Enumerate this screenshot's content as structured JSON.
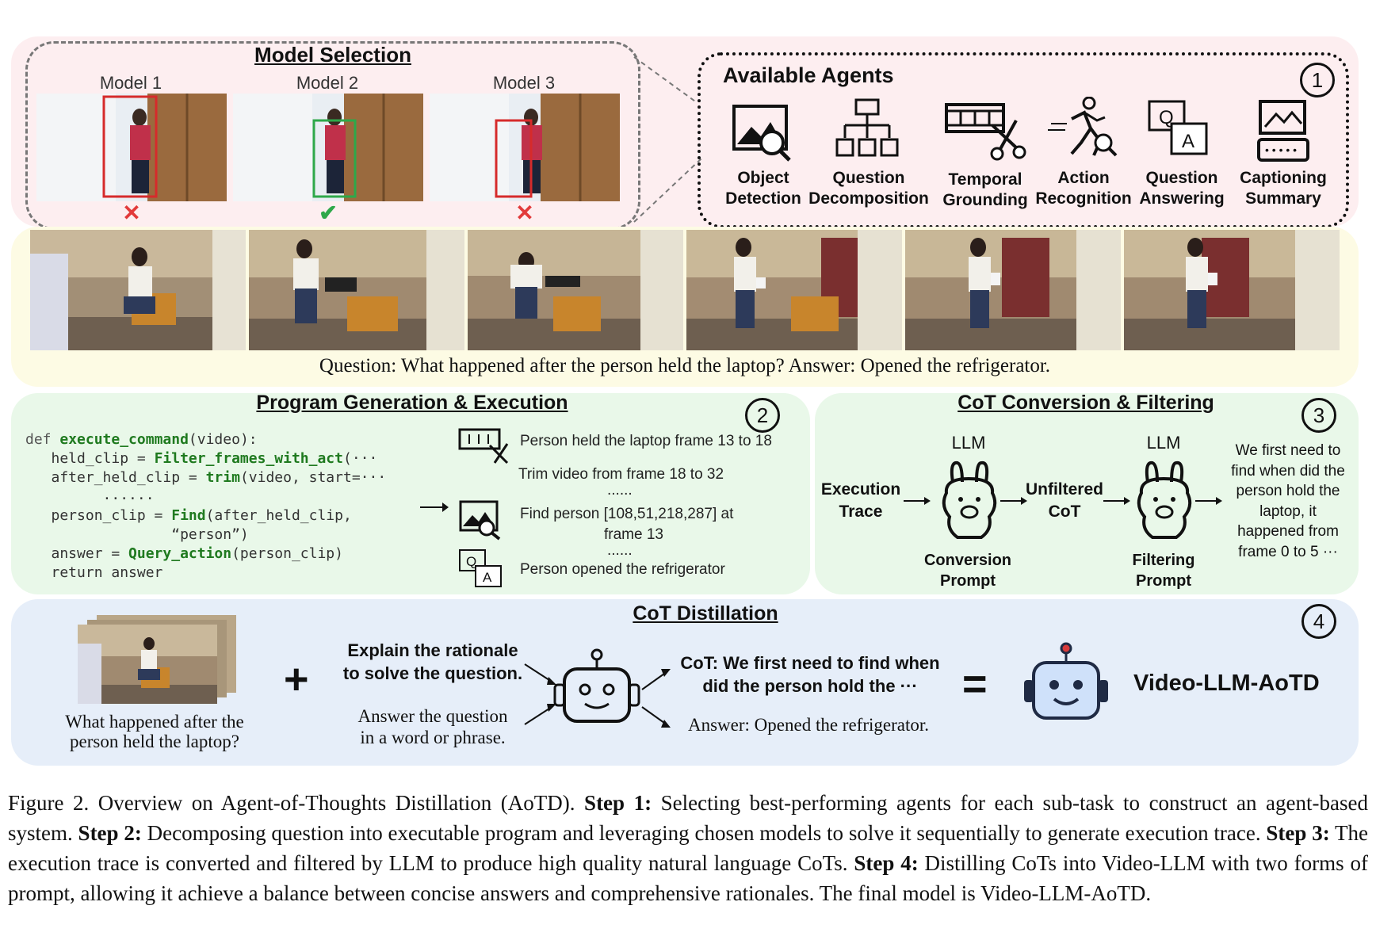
{
  "model_selection": {
    "title": "Model Selection",
    "models": [
      {
        "label": "Model 1",
        "mark": "✕",
        "correct": false
      },
      {
        "label": "Model 2",
        "mark": "✔",
        "correct": true
      },
      {
        "label": "Model 3",
        "mark": "✕",
        "correct": false
      }
    ]
  },
  "agents": {
    "title": "Available Agents",
    "step": "1",
    "items": [
      {
        "line1": "Object",
        "line2": "Detection",
        "icon": "object-detection-icon"
      },
      {
        "line1": "Question",
        "line2": "Decomposition",
        "icon": "question-decomposition-icon"
      },
      {
        "line1": "Temporal",
        "line2": "Grounding",
        "icon": "temporal-grounding-icon"
      },
      {
        "line1": "Action",
        "line2": "Recognition",
        "icon": "action-recognition-icon"
      },
      {
        "line1": "Question",
        "line2": "Answering",
        "icon": "question-answering-icon"
      },
      {
        "line1": "Captioning",
        "line2": "Summary",
        "icon": "captioning-summary-icon"
      }
    ]
  },
  "video": {
    "qa": "Question: What happened after the person held the laptop?  Answer: Opened the refrigerator."
  },
  "program": {
    "title": "Program Generation & Execution",
    "step": "2",
    "code": [
      {
        "plain": "def ",
        "fn": "execute_command",
        "rest": "(video):"
      },
      {
        "plain": "   held_clip = ",
        "fn": "Filter_frames_with_act",
        "rest": "(···"
      },
      {
        "plain": "   after_held_clip = ",
        "fn": "trim",
        "rest": "(video, start=···"
      },
      {
        "plain": "         ......",
        "fn": "",
        "rest": ""
      },
      {
        "plain": "   person_clip = ",
        "fn": "Find",
        "rest": "(after_held_clip,"
      },
      {
        "plain": "                 “person”)",
        "fn": "",
        "rest": ""
      },
      {
        "plain": "   answer = ",
        "fn": "Query_action",
        "rest": "(person_clip)"
      },
      {
        "plain": "   return answer",
        "fn": "",
        "rest": ""
      }
    ],
    "trace": {
      "t1": "Person held the laptop  frame 13 to 18",
      "t2": "Trim video from frame 18 to 32",
      "dots1": "......",
      "t3a": "Find person [108,51,218,287] at",
      "t3b": "frame 13",
      "dots2": "......",
      "t4": "Person opened the refrigerator"
    }
  },
  "cot": {
    "title": "CoT Conversion & Filtering",
    "step": "3",
    "execution": [
      "Execution",
      "Trace"
    ],
    "llm1": "LLM",
    "llm2": "LLM",
    "conv": [
      "Conversion",
      "Prompt"
    ],
    "unfiltered": [
      "Unfiltered",
      "CoT"
    ],
    "filt": [
      "Filtering",
      "Prompt"
    ],
    "output": [
      "We first need to",
      "find when did the",
      "person hold the",
      "laptop, it",
      "happened from",
      "frame 0 to 5 ···"
    ]
  },
  "distill": {
    "title": "CoT Distillation",
    "step": "4",
    "question": [
      "What happened after the",
      "person held the laptop?"
    ],
    "plus": "+",
    "prompt1": [
      "Explain the rationale",
      "to solve the question."
    ],
    "prompt2": [
      "Answer the question",
      "in a word or phrase."
    ],
    "cot_out": [
      "CoT: We first need to find when",
      "did the person hold the ···"
    ],
    "ans_out": "Answer: Opened the refrigerator.",
    "equals": "=",
    "model": "Video-LLM-AoTD"
  },
  "caption": {
    "lead": "Figure 2. Overview on Agent-of-Thoughts Distillation (AoTD). ",
    "s1": "Step 1:",
    "t1": " Selecting best-performing agents for each sub-task to construct an agent-based system. ",
    "s2": "Step 2:",
    "t2": " Decomposing question into executable program and leveraging chosen models to solve it sequentially to generate execution trace. ",
    "s3": "Step 3:",
    "t3": " The execution trace is converted and filtered by LLM to produce high quality natural language CoTs. ",
    "s4": "Step 4:",
    "t4": " Distilling CoTs into Video-LLM with two forms of prompt, allowing it achieve a balance between concise answers and comprehensive rationales. The final model is Video-LLM-AoTD."
  },
  "colors": {
    "step1_bg": "#fdeef0",
    "video_bg": "#fdfbe4",
    "step2_bg": "#e9f8e9",
    "step3_bg": "#e9f8e9",
    "step4_bg": "#e6eef9",
    "code_fn": "#1f7a1f",
    "check": "#2ea84a",
    "cross": "#e23a3a"
  }
}
